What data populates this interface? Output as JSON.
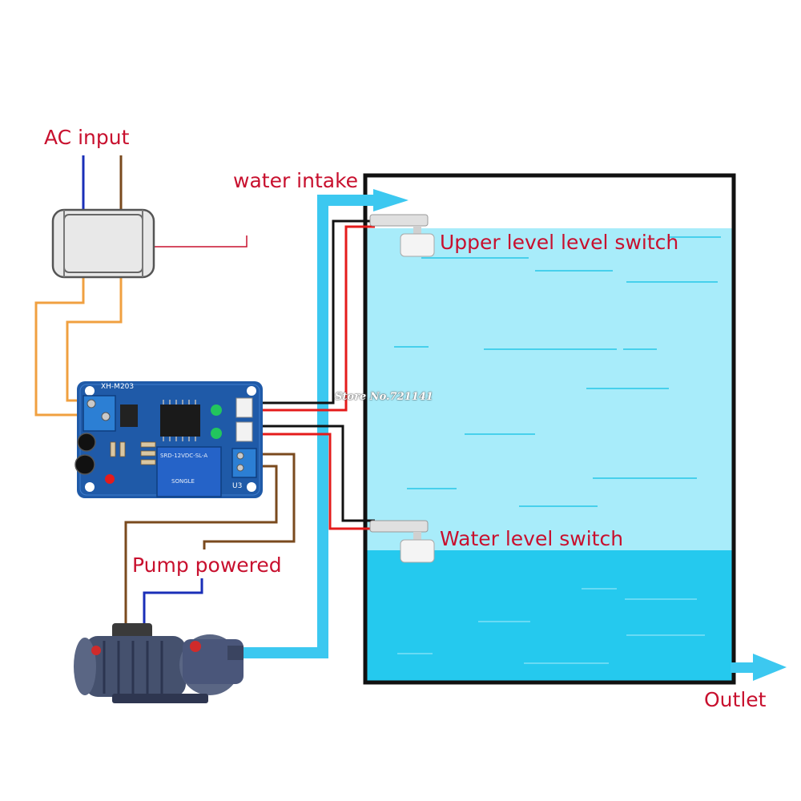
{
  "labels": {
    "ac_input": "AC input",
    "water_intake": "water intake",
    "upper_switch": "Upper level level switch",
    "lower_switch": "Water level switch",
    "pump_powered": "Pump powered",
    "outlet": "Outlet"
  },
  "board": {
    "model": "XH-M203",
    "relay_text": "SRD-12VDC-SL-A",
    "relay_brand": "SONGLE",
    "ref_u3": "U3",
    "watermark": "Store No.721141"
  },
  "colors": {
    "label_red": "#c8102e",
    "tank_upper_water": "#a8ecfa",
    "tank_lower_water": "#25c9ee",
    "pipe": "#3cc8f0",
    "wire_red": "#e41b1b",
    "wire_black": "#111111",
    "wire_orange": "#f0a040",
    "wire_brown": "#7a4a1e",
    "wire_blue": "#1a2fb8",
    "board_blue": "#1f5aa8"
  },
  "icons": [
    "electrical-box-icon",
    "control-board-icon",
    "float-switch-icon",
    "water-pump-icon",
    "arrow-right-icon"
  ]
}
